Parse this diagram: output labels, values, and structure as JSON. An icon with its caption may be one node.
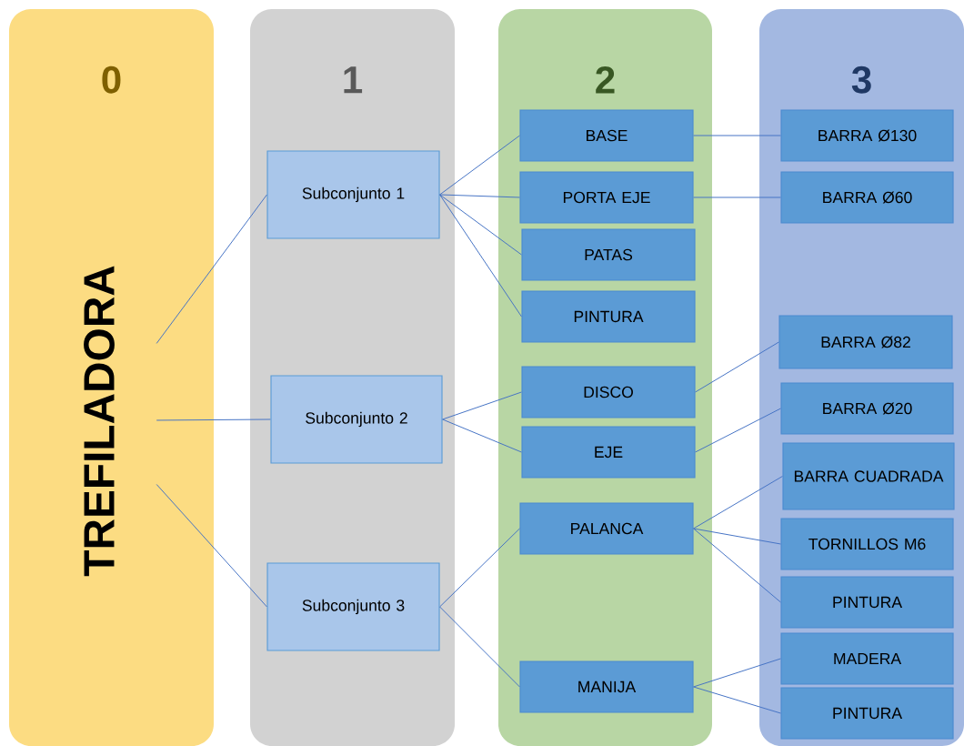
{
  "diagram": {
    "nodes": [
      {
        "text": [
          "0"
        ]
      },
      {
        "text": [
          "TREFILADORA"
        ],
        "in": 0
      },
      {
        "text": [
          "1"
        ]
      },
      {
        "text": [
          "Subconjunto 1"
        ],
        "in": 2
      },
      {
        "text": [
          "Subconjunto 2"
        ],
        "in": 2
      },
      {
        "text": [
          "Subconjunto 3"
        ],
        "in": 2
      },
      {
        "text": [
          "2"
        ]
      },
      {
        "text": [
          "BASE"
        ],
        "in": 6
      },
      {
        "text": [
          "PORTA EJE"
        ],
        "in": 6
      },
      {
        "text": [
          "PATAS"
        ],
        "in": 6
      },
      {
        "text": [
          "PINTURA"
        ],
        "in": 6
      },
      {
        "text": [
          "DISCO"
        ],
        "in": 6
      },
      {
        "text": [
          "EJE"
        ],
        "in": 6
      },
      {
        "text": [
          "PALANCA"
        ],
        "in": 6
      },
      {
        "text": [
          "MANIJA"
        ],
        "in": 6
      },
      {
        "text": [
          "3"
        ]
      },
      {
        "text": [
          "BARRA Ø130"
        ],
        "in": 15
      },
      {
        "text": [
          "BARRA Ø60"
        ],
        "in": 15
      },
      {
        "text": [
          "BARRA Ø82"
        ],
        "in": 15
      },
      {
        "text": [
          "BARRA Ø20"
        ],
        "in": 15
      },
      {
        "text": [
          "BARRA CUADRADA"
        ],
        "in": 15
      },
      {
        "text": [
          "TORNILLOS M6"
        ],
        "in": 15
      },
      {
        "text": [
          "PINTURA"
        ],
        "in": 15
      },
      {
        "text": [
          "MADERA"
        ],
        "in": 15
      },
      {
        "text": [
          "PINTURA"
        ],
        "in": 15
      }
    ],
    "edges": [
      {
        "from": 1,
        "to": 3,
        "arrow": "none"
      },
      {
        "from": 1,
        "to": 4,
        "arrow": "none"
      },
      {
        "from": 1,
        "to": 5,
        "arrow": "none"
      },
      {
        "from": 3,
        "to": 7,
        "arrow": "none"
      },
      {
        "from": 3,
        "to": 8,
        "arrow": "none"
      },
      {
        "from": 3,
        "to": 9,
        "arrow": "none"
      },
      {
        "from": 3,
        "to": 10,
        "arrow": "none"
      },
      {
        "from": 4,
        "to": 11,
        "arrow": "none"
      },
      {
        "from": 4,
        "to": 12,
        "arrow": "none"
      },
      {
        "from": 5,
        "to": 13,
        "arrow": "none"
      },
      {
        "from": 5,
        "to": 14,
        "arrow": "none"
      },
      {
        "from": 7,
        "to": 16,
        "arrow": "none"
      },
      {
        "from": 8,
        "to": 17,
        "arrow": "none"
      },
      {
        "from": 11,
        "to": 18,
        "arrow": "none"
      },
      {
        "from": 12,
        "to": 19,
        "arrow": "none"
      },
      {
        "from": 13,
        "to": 20,
        "arrow": "none"
      },
      {
        "from": 13,
        "to": 21,
        "arrow": "none"
      },
      {
        "from": 13,
        "to": 22,
        "arrow": "none"
      },
      {
        "from": 14,
        "to": 23,
        "arrow": "none"
      },
      {
        "from": 14,
        "to": 24,
        "arrow": "none"
      }
    ]
  }
}
